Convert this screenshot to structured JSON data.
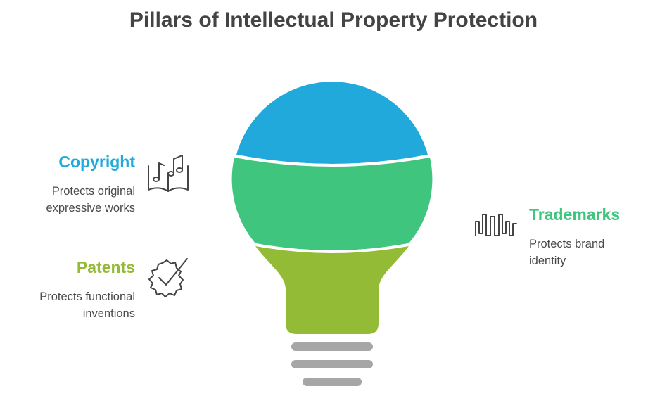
{
  "title": "Pillars of Intellectual Property Protection",
  "colors": {
    "copyright": "#22a9dc",
    "trademarks": "#3fc57e",
    "patents": "#94bb36",
    "base": "#a6a6a6",
    "title": "#444444",
    "text": "#4a4a4a",
    "icon": "#444444"
  },
  "pillars": [
    {
      "label": "Copyright",
      "description_lines": [
        "Protects original",
        "expressive works"
      ],
      "icon": "music-book-icon",
      "color": "#22a9dc"
    },
    {
      "label": "Trademarks",
      "description_lines": [
        "Protects brand",
        "identity"
      ],
      "icon": "barcode-icon",
      "color": "#3fc57e"
    },
    {
      "label": "Patents",
      "description_lines": [
        "Protects functional",
        "inventions"
      ],
      "icon": "gear-check-icon",
      "color": "#94bb36"
    }
  ]
}
